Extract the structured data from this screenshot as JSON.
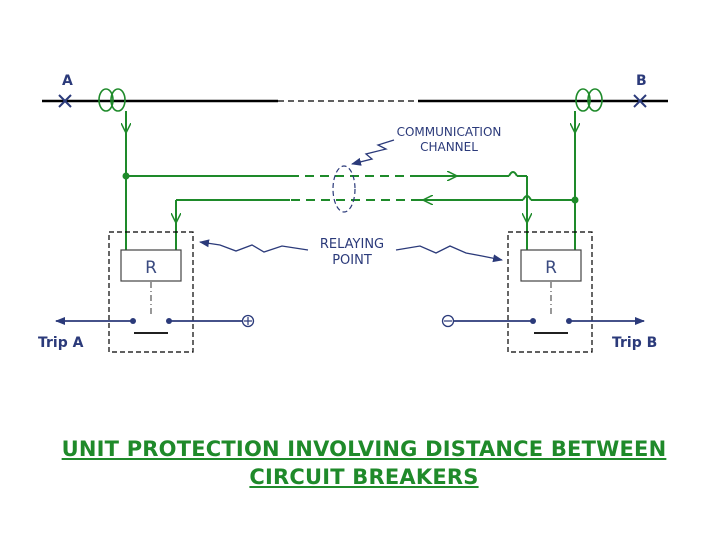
{
  "labels": {
    "breaker_a": "A",
    "breaker_b": "B",
    "trip_a": "Trip A",
    "trip_b": "Trip B",
    "relay_left": "R",
    "relay_right": "R",
    "comm_line1": "COMMUNICATION",
    "comm_line2": "CHANNEL",
    "relaying_line1": "RELAYING",
    "relaying_line2": "POINT"
  },
  "title": {
    "line1": "UNIT PROTECTION INVOLVING DISTANCE BETWEEN",
    "line2": "CIRCUIT BREAKERS"
  },
  "colors": {
    "green": "#1e8a2a",
    "navy": "#2b3a7a",
    "black": "#000000"
  }
}
